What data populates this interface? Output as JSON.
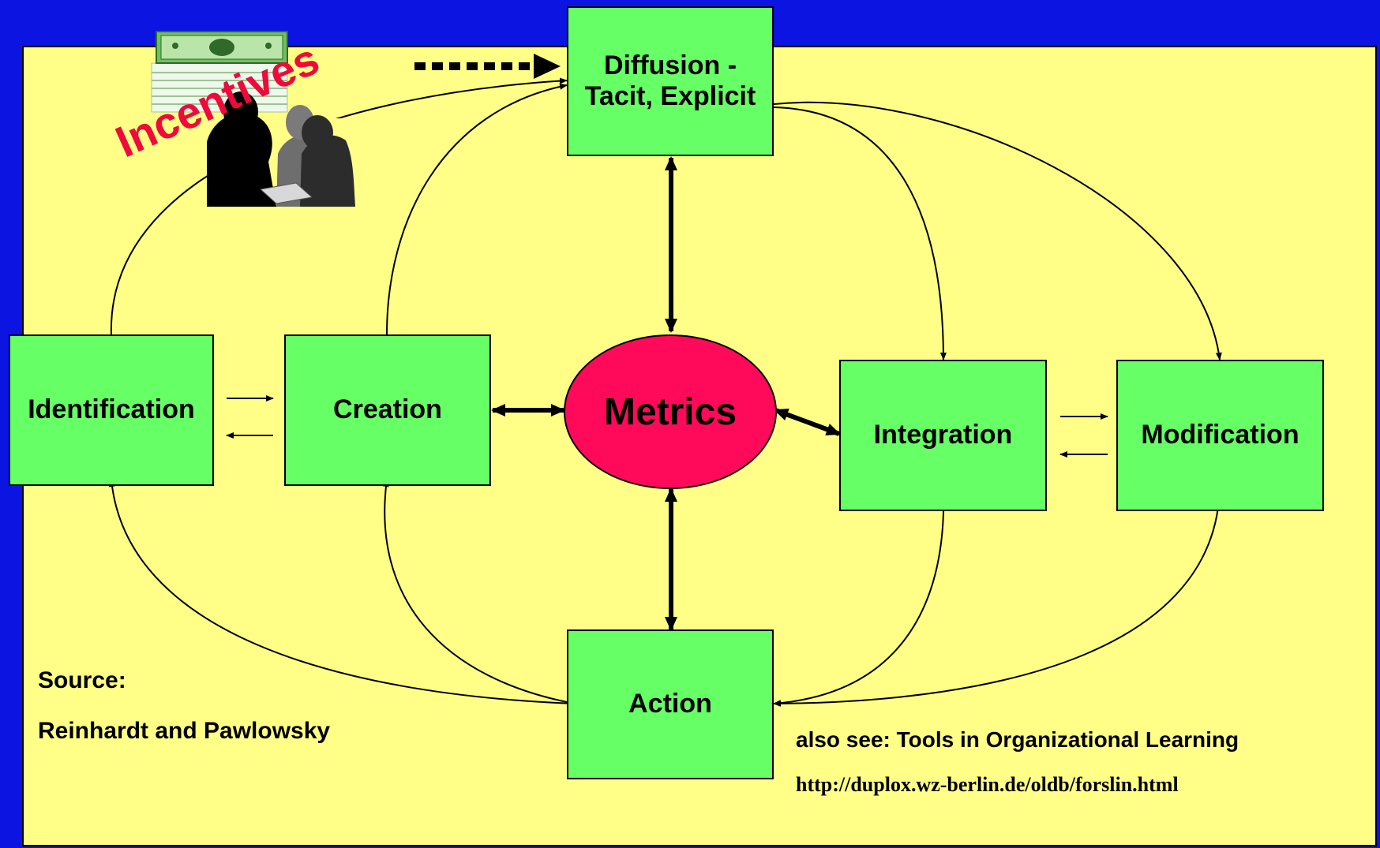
{
  "nodes": {
    "diffusion_line1": "Diffusion -",
    "diffusion_line2": "Tacit, Explicit",
    "identification": "Identification",
    "creation": "Creation",
    "metrics": "Metrics",
    "integration": "Integration",
    "modification": "Modification",
    "action": "Action"
  },
  "incentives_label": "Incentives",
  "source": {
    "label": "Source:",
    "authors": "Reinhardt and Pawlowsky"
  },
  "reference": {
    "text": "also see: Tools in Organizational Learning",
    "url": "http://duplox.wz-berlin.de/oldb/forslin.html"
  },
  "colors": {
    "background": "#0b14e0",
    "panel": "#ffff88",
    "box": "#66ff66",
    "metrics": "#ff0a5a",
    "incentives": "#ee0a3a"
  },
  "icons": [
    "money-stack-icon",
    "business-people-icon"
  ]
}
